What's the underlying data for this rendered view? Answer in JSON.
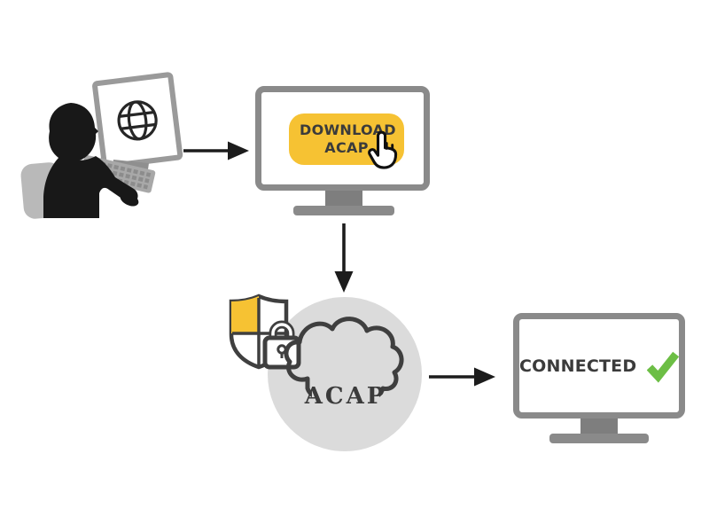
{
  "palette": {
    "accent_yellow": "#F6C233",
    "success_green": "#6CBE45",
    "monitor_frame_gray": "#8A8A8A",
    "stand_dark_gray": "#7E7E7E",
    "cloud_circle_gray": "#DBDBDB",
    "outline_dark": "#3F3F3F",
    "text_dark": "#3B3B3B",
    "arrow_black": "#1C1C1C",
    "silhouette_black": "#181818",
    "chair_gray": "#B9B9B9",
    "keyboard_gray": "#A8A8A8"
  },
  "steps": {
    "user_workstation": {
      "description_icons": [
        "person-silhouette",
        "office-chair",
        "monitor",
        "globe-icon",
        "keyboard"
      ]
    },
    "download_screen": {
      "button_label": "DOWNLOAD ACAP",
      "description_icons": [
        "monitor",
        "hand-cursor-icon"
      ]
    },
    "acap_cloud": {
      "label": "ACAP",
      "description_icons": [
        "shield-icon",
        "lock-icon",
        "cloud-icon"
      ]
    },
    "connected_screen": {
      "status_label": "CONNECTED",
      "description_icons": [
        "monitor",
        "check-icon"
      ]
    },
    "arrows": [
      "user-to-download",
      "download-to-cloud",
      "cloud-to-connected"
    ]
  }
}
